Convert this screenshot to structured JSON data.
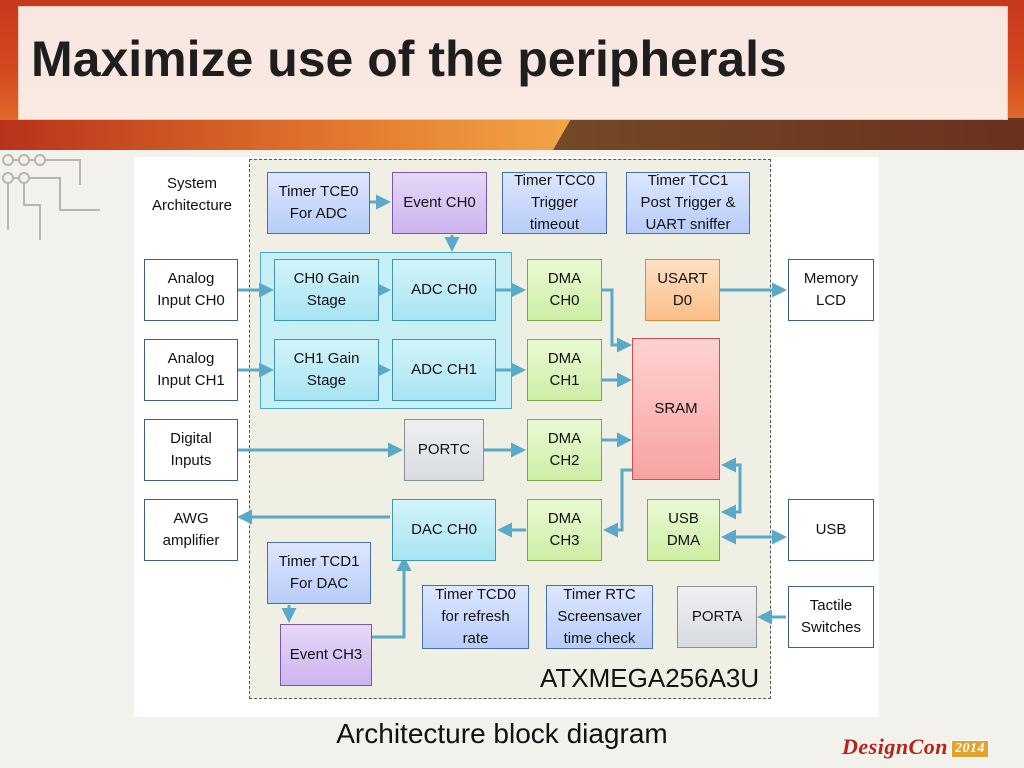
{
  "title": "Maximize use of the peripherals",
  "caption": "Architecture block diagram",
  "logo": {
    "design": "DesignCon",
    "year": "2014"
  },
  "diagram": {
    "system_label": "System\nArchitecture",
    "chip_name": "ATXMEGA256A3U",
    "external": {
      "analog_ch0": "Analog\nInput CH0",
      "analog_ch1": "Analog\nInput CH1",
      "digital_inputs": "Digital\nInputs",
      "awg": "AWG\namplifier",
      "memory_lcd": "Memory\nLCD",
      "usb": "USB",
      "tactile": "Tactile\nSwitches"
    },
    "internal": {
      "timer_tce0": "Timer TCE0\nFor ADC",
      "event_ch0": "Event CH0",
      "timer_tcc0": "Timer TCC0\nTrigger\ntimeout",
      "timer_tcc1": "Timer TCC1\nPost Trigger &\nUART sniffer",
      "ch0_gain": "CH0 Gain\nStage",
      "adc_ch0": "ADC CH0",
      "ch1_gain": "CH1 Gain\nStage",
      "adc_ch1": "ADC CH1",
      "dma_ch0": "DMA\nCH0",
      "dma_ch1": "DMA\nCH1",
      "dma_ch2": "DMA\nCH2",
      "dma_ch3": "DMA\nCH3",
      "usart_d0": "USART\nD0",
      "sram": "SRAM",
      "portc": "PORTC",
      "dac_ch0": "DAC CH0",
      "usb_dma": "USB\nDMA",
      "timer_tcd1": "Timer TCD1\nFor DAC",
      "event_ch3": "Event CH3",
      "timer_tcd0": "Timer TCD0\nfor refresh\nrate",
      "timer_rtc": "Timer RTC\nScreensaver\ntime check",
      "porta": "PORTA"
    }
  },
  "colors": {
    "banner": "#c8391c",
    "wire": "#5aa9c8",
    "title_text": "#1e1e1e",
    "logo_red": "#b8221a",
    "logo_gold": "#e3a12d"
  }
}
